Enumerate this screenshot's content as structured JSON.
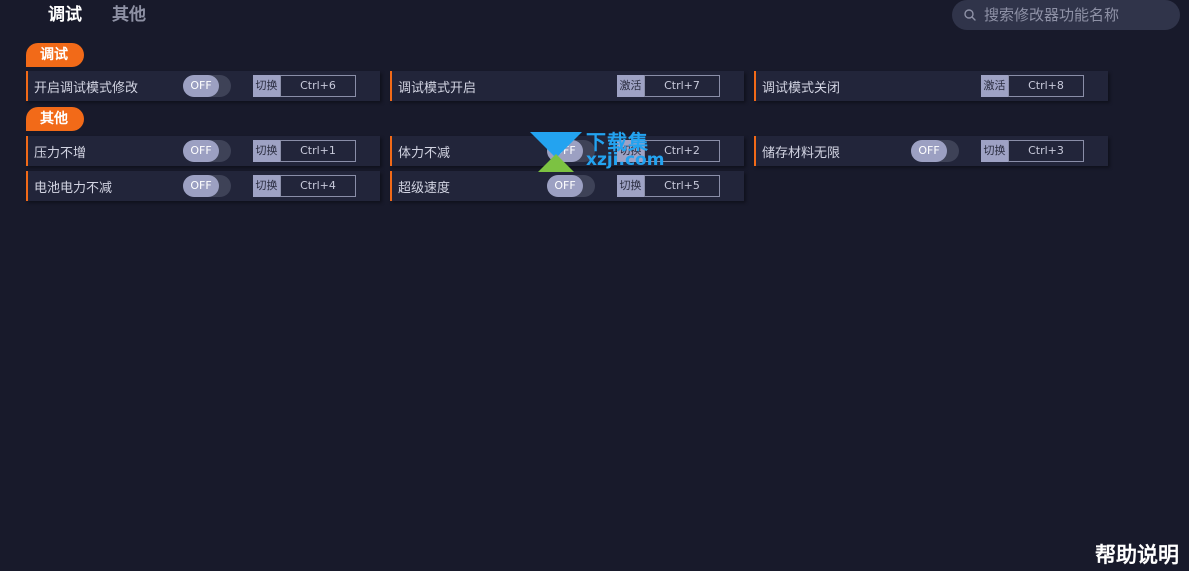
{
  "tabs": [
    {
      "label": "调试",
      "active": true
    },
    {
      "label": "其他",
      "active": false
    }
  ],
  "search": {
    "placeholder": "搜索修改器功能名称",
    "icon": "search-icon"
  },
  "sections": [
    {
      "title": "调试",
      "items": [
        {
          "label": "开启调试模式修改",
          "toggle": "OFF",
          "hotkey_type": "切换",
          "hotkey": "Ctrl+6",
          "has_toggle": true
        },
        {
          "label": "调试模式开启",
          "hotkey_type": "激活",
          "hotkey": "Ctrl+7",
          "has_toggle": false
        },
        {
          "label": "调试模式关闭",
          "hotkey_type": "激活",
          "hotkey": "Ctrl+8",
          "has_toggle": false
        }
      ]
    },
    {
      "title": "其他",
      "items": [
        {
          "label": "压力不增",
          "toggle": "OFF",
          "hotkey_type": "切换",
          "hotkey": "Ctrl+1",
          "has_toggle": true
        },
        {
          "label": "体力不减",
          "toggle": "OFF",
          "hotkey_type": "切换",
          "hotkey": "Ctrl+2",
          "has_toggle": true
        },
        {
          "label": "储存材料无限",
          "toggle": "OFF",
          "hotkey_type": "切换",
          "hotkey": "Ctrl+3",
          "has_toggle": true
        },
        {
          "label": "电池电力不减",
          "toggle": "OFF",
          "hotkey_type": "切换",
          "hotkey": "Ctrl+4",
          "has_toggle": true
        },
        {
          "label": "超级速度",
          "toggle": "OFF",
          "hotkey_type": "切换",
          "hotkey": "Ctrl+5",
          "has_toggle": true
        }
      ]
    }
  ],
  "watermark": {
    "line1": "下载集",
    "line2": "xzji.com"
  },
  "help_label": "帮助说明",
  "colors": {
    "accent": "#f26a18",
    "background": "#181a2b",
    "card": "#22253a",
    "watermark": "#23a3f0"
  }
}
